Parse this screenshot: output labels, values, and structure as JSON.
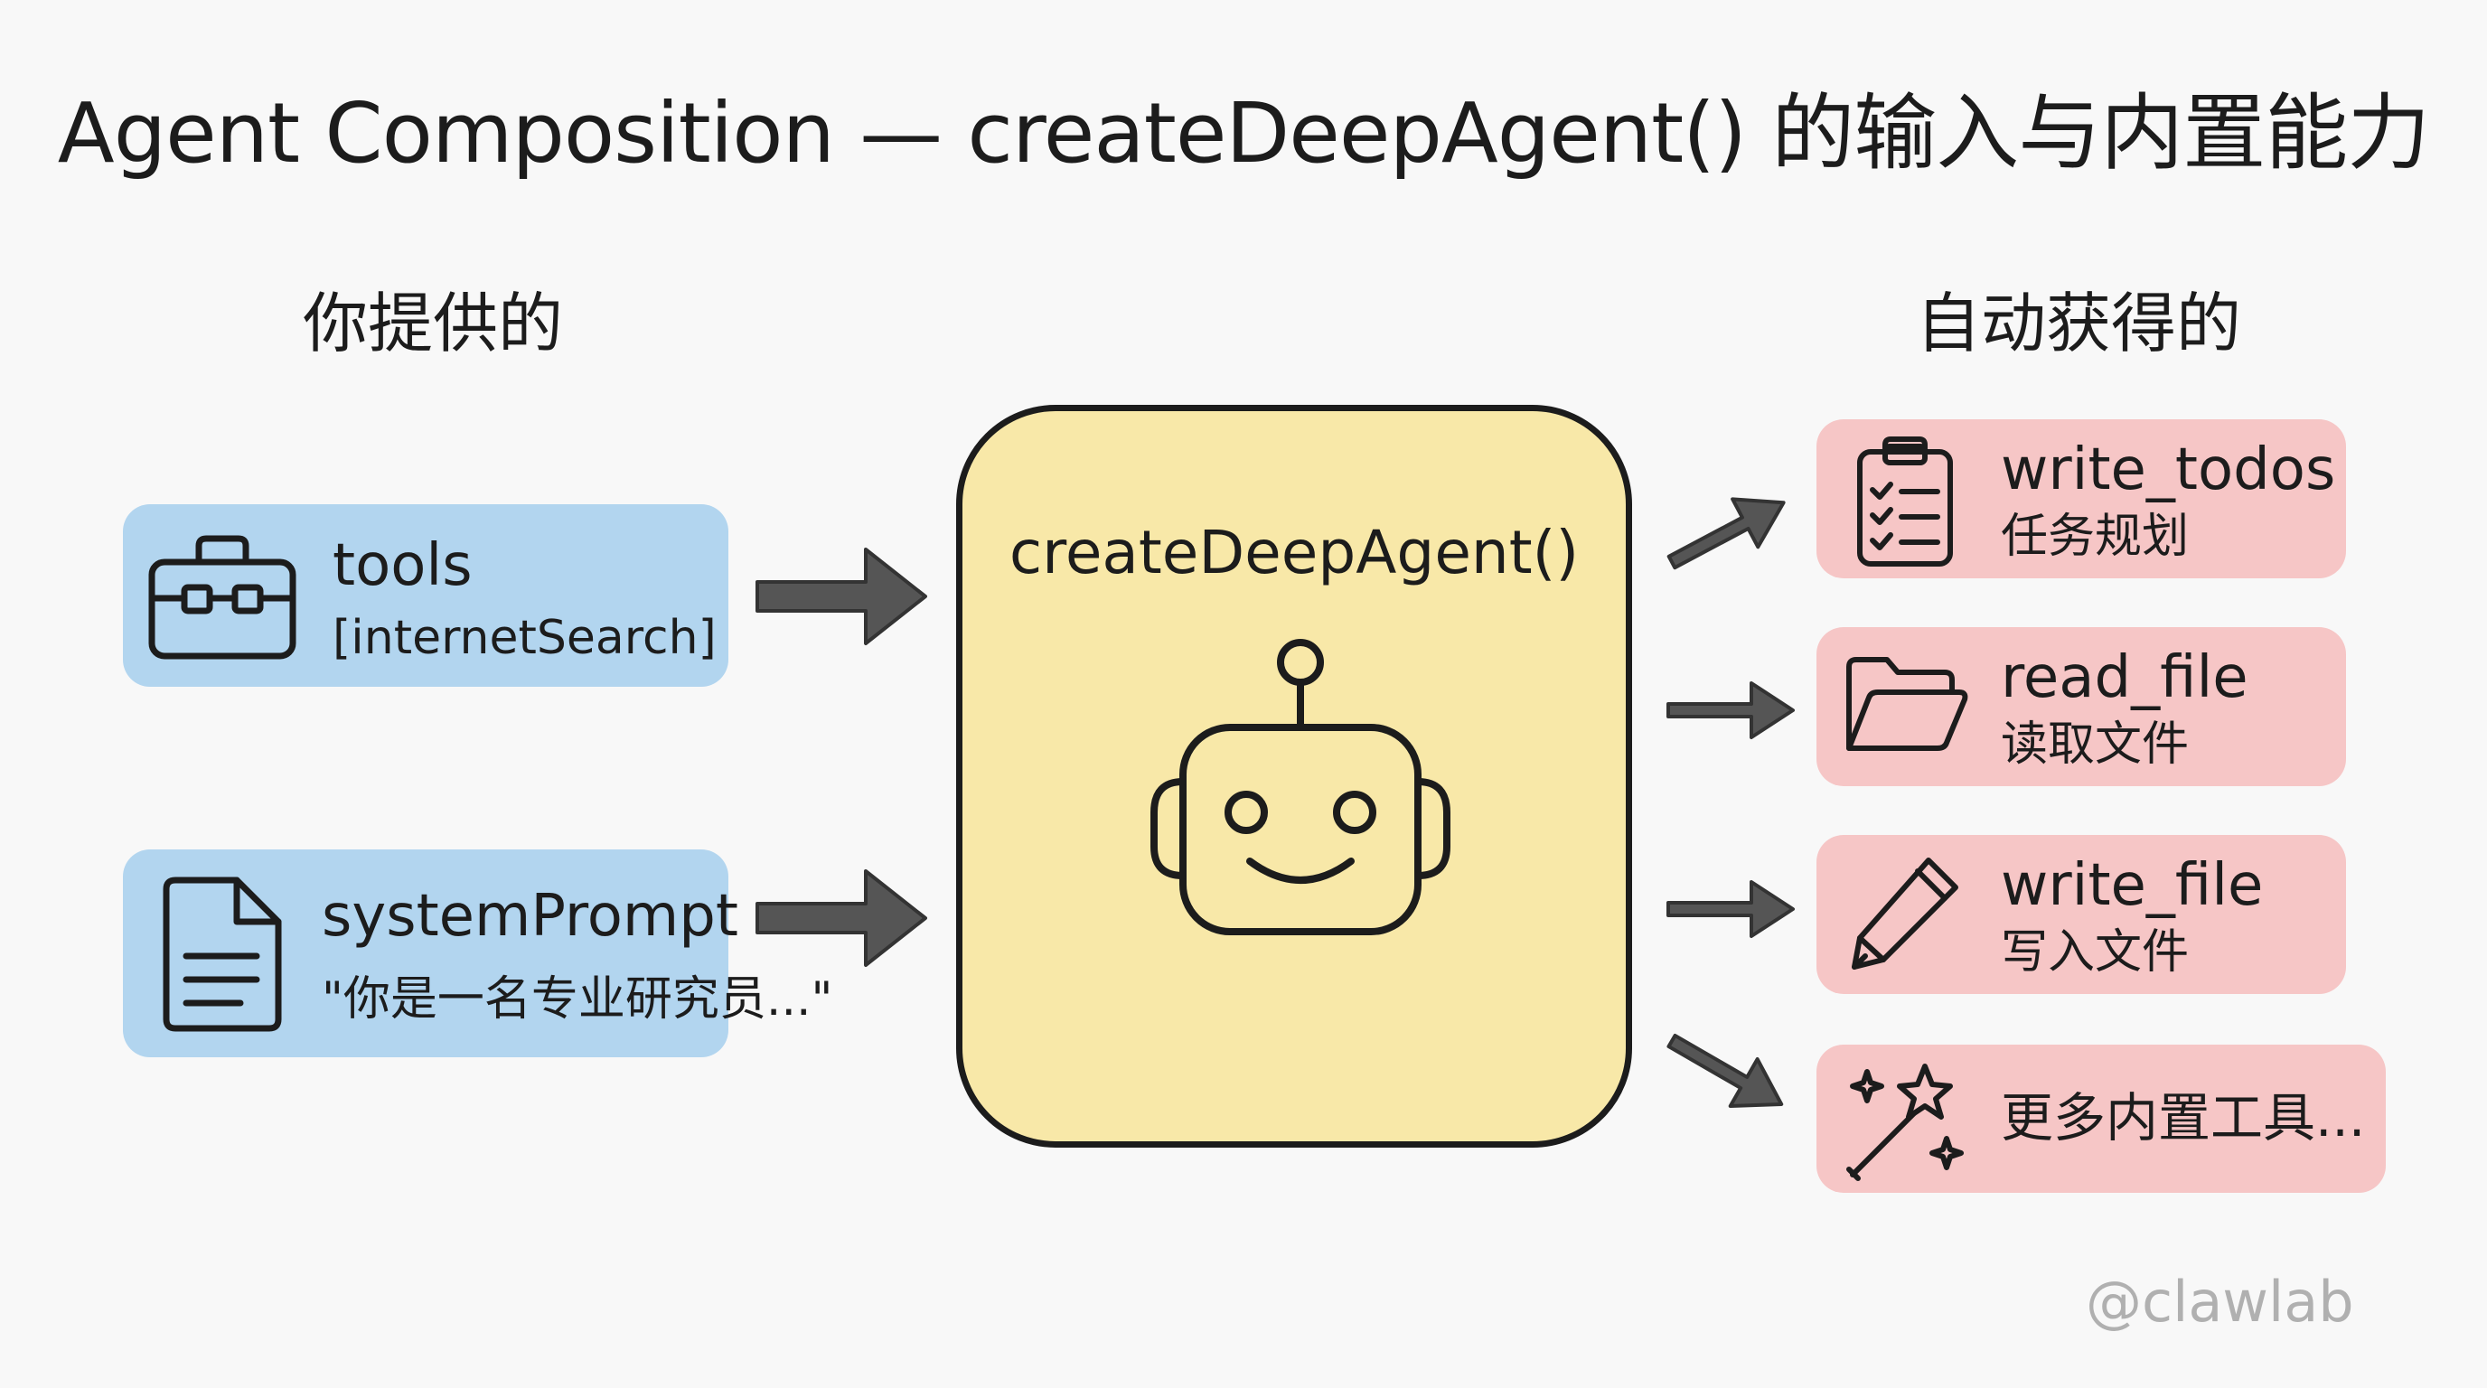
{
  "title": "Agent Composition — createDeepAgent() 的输入与内置能力",
  "left_heading": "你提供的",
  "right_heading": "自动获得的",
  "inputs": [
    {
      "label": "tools",
      "sub": "[internetSearch]",
      "icon": "toolbox-icon"
    },
    {
      "label": "systemPrompt",
      "sub": "\"你是一名专业研究员...\"",
      "icon": "document-icon"
    }
  ],
  "center": {
    "label": "createDeepAgent()",
    "icon": "robot-icon"
  },
  "outputs": [
    {
      "label": "write_todos",
      "sub": "任务规划",
      "icon": "clipboard-checklist-icon"
    },
    {
      "label": "read_file",
      "sub": "读取文件",
      "icon": "folder-icon"
    },
    {
      "label": "write_file",
      "sub": "写入文件",
      "icon": "pencil-icon"
    },
    {
      "label": "更多内置工具...",
      "icon": "magic-wand-icon"
    }
  ],
  "colors": {
    "input_box": "#b2d5ef",
    "output_box": "#f6c6c6",
    "center_box": "#f8e8a8",
    "arrow": "#555555"
  },
  "watermark": "@clawlab"
}
